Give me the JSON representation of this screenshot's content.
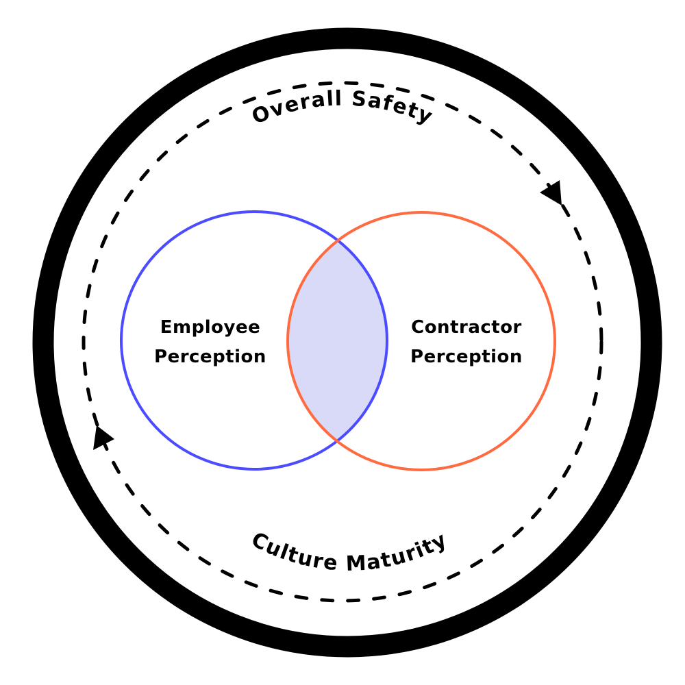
{
  "diagram": {
    "type": "venn-in-cycle",
    "outer_ring": {
      "color": "#000000"
    },
    "cycle": {
      "top_label": "Overall Safety",
      "bottom_label": "Culture Maturity",
      "direction": "clockwise",
      "dash_color": "#000000"
    },
    "sets": [
      {
        "label_line1": "Employee",
        "label_line2": "Perception",
        "stroke": "#4b4bff"
      },
      {
        "label_line1": "Contractor",
        "label_line2": "Perception",
        "stroke": "#ff6b40"
      }
    ],
    "overlap": {
      "fill": "#d9daf7"
    }
  }
}
